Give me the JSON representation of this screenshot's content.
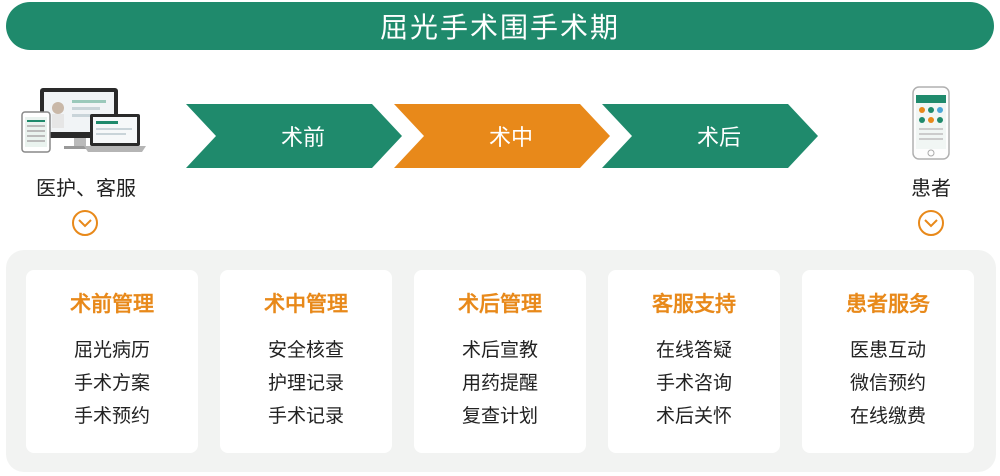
{
  "banner": {
    "title": "屈光手术围手术期"
  },
  "roles": {
    "left": "医护、客服",
    "right": "患者"
  },
  "steps": [
    {
      "label": "术前",
      "color": "#1f8a6c"
    },
    {
      "label": "术中",
      "color": "#e8891a"
    },
    {
      "label": "术后",
      "color": "#1f8a6c"
    }
  ],
  "cards": [
    {
      "title": "术前管理",
      "items": [
        "屈光病历",
        "手术方案",
        "手术预约"
      ]
    },
    {
      "title": "术中管理",
      "items": [
        "安全核查",
        "护理记录",
        "手术记录"
      ]
    },
    {
      "title": "术后管理",
      "items": [
        "术后宣教",
        "用药提醒",
        "复查计划"
      ]
    },
    {
      "title": "客服支持",
      "items": [
        "在线答疑",
        "手术咨询",
        "术后关怀"
      ]
    },
    {
      "title": "患者服务",
      "items": [
        "医患互动",
        "微信预约",
        "在线缴费"
      ]
    }
  ],
  "colors": {
    "green": "#1f8a6c",
    "orange": "#e8891a",
    "panel": "#f2f3f2"
  },
  "icons": {
    "left_device": "monitor-laptop-tablet-icon",
    "right_device": "smartphone-icon",
    "expand": "chevron-down-circle-icon"
  }
}
